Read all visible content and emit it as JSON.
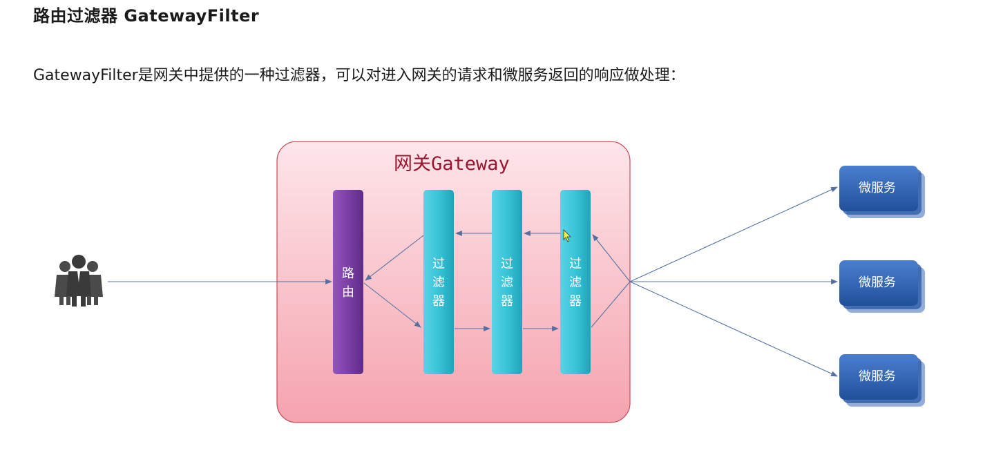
{
  "page": {
    "heading": "路由过滤器 GatewayFilter",
    "description": "GatewayFilter是网关中提供的一种过滤器，可以对进入网关的请求和微服务返回的响应做处理："
  },
  "diagram": {
    "gateway_title": "网关Gateway",
    "router_label": [
      "路",
      "由"
    ],
    "filters": [
      {
        "label": [
          "过",
          "滤",
          "器"
        ]
      },
      {
        "label": [
          "过",
          "滤",
          "器"
        ]
      },
      {
        "label": [
          "过",
          "滤",
          "器"
        ]
      }
    ],
    "microservices": [
      {
        "label": "微服务"
      },
      {
        "label": "微服务"
      },
      {
        "label": "微服务"
      }
    ],
    "icons": {
      "users": "users-group-icon",
      "cursor": "mouse-cursor-icon"
    },
    "colors": {
      "gateway_fill_top": "#fde6ea",
      "gateway_fill_bottom": "#f5a3ae",
      "gateway_border": "#c94a5a",
      "gateway_title": "#9a1530",
      "router": "#7b3fa6",
      "filter": "#38c4d8",
      "microservice": "#2e64b6",
      "arrow": "#5570a0"
    }
  }
}
